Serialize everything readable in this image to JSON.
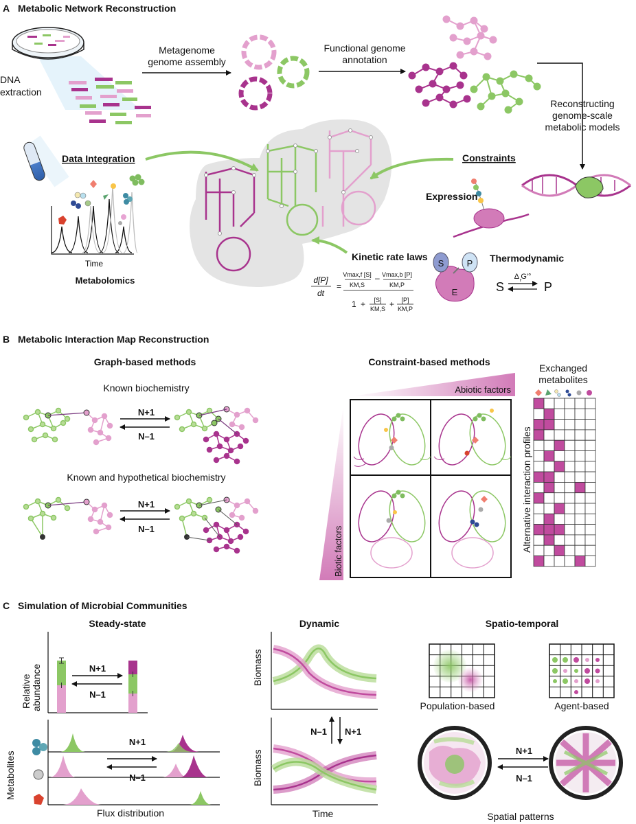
{
  "sections": {
    "a": {
      "letter": "A",
      "title": "Metabolic Network Reconstruction"
    },
    "b": {
      "letter": "B",
      "title": "Metabolic Interaction Map Reconstruction"
    },
    "c": {
      "letter": "C",
      "title": "Simulation of Microbial Communities"
    }
  },
  "panel_a": {
    "dna_extraction": [
      "DNA",
      "extraction"
    ],
    "metagenome_assembly": [
      "Metagenome",
      "genome assembly"
    ],
    "functional_annotation": [
      "Functional genome",
      "annotation"
    ],
    "reconstructing": [
      "Reconstructing",
      "genome-scale",
      "metabolic models"
    ],
    "data_integration": "Data Integration",
    "constraints": "Constraints",
    "expression": "Expression",
    "time": "Time",
    "metabolomics": "Metabolomics",
    "kinetic_rate_laws": "Kinetic rate laws",
    "thermodynamic": "Thermodynamic",
    "thermo_s": "S",
    "thermo_p": "P",
    "thermo_dg": "Δ G′°",
    "thermo_dg_sub": "r",
    "enzyme_s": "S",
    "enzyme_p": "P",
    "enzyme_e": "E",
    "equation": {
      "lhs_num": "d[P]",
      "lhs_den": "dt",
      "t1_num": "Vmax,f [S]",
      "t1_den": "KM,S",
      "t2_num": "Vmax,b [P]",
      "t2_den": "KM,P",
      "d1": "1",
      "d2_num": "[S]",
      "d2_den": "KM,S",
      "d3_num": "[P]",
      "d3_den": "KM,P",
      "eq": "=",
      "minus": "–",
      "plus": "+"
    }
  },
  "panel_b": {
    "graph_based": "Graph-based methods",
    "known_biochem": "Known biochemistry",
    "known_hypo": "Known and hypothetical biochemistry",
    "n_plus": "N+1",
    "n_minus": "N–1",
    "constraint_based": "Constraint-based methods",
    "abiotic": "Abiotic factors",
    "biotic": "Biotic factors",
    "exchanged": [
      "Exchanged",
      "metabolites"
    ],
    "alt_profiles": "Alternative interaction profiles",
    "grid": {
      "rows": 16,
      "cols": 6,
      "filled": [
        [
          0,
          0
        ],
        [
          1,
          1
        ],
        [
          2,
          0
        ],
        [
          2,
          1
        ],
        [
          3,
          0
        ],
        [
          4,
          2
        ],
        [
          5,
          1
        ],
        [
          6,
          2
        ],
        [
          7,
          0
        ],
        [
          7,
          1
        ],
        [
          8,
          1
        ],
        [
          8,
          4
        ],
        [
          9,
          0
        ],
        [
          10,
          2
        ],
        [
          11,
          1
        ],
        [
          12,
          0
        ],
        [
          12,
          1
        ],
        [
          12,
          2
        ],
        [
          13,
          1
        ],
        [
          14,
          2
        ],
        [
          15,
          0
        ],
        [
          15,
          4
        ]
      ],
      "fill_color": "#c04b9e"
    }
  },
  "panel_c": {
    "steady_state": "Steady-state",
    "relative_abundance": [
      "Relative",
      "abundance"
    ],
    "n_plus": "N+1",
    "n_minus": "N–1",
    "metabolites": "Metabolites",
    "flux_distribution": "Flux distribution",
    "dynamic": "Dynamic",
    "biomass": "Biomass",
    "time": "Time",
    "spatio_temporal": "Spatio-temporal",
    "population_based": "Population-based",
    "agent_based": "Agent-based",
    "spatial_patterns": "Spatial patterns"
  },
  "colors": {
    "green": "#8cc764",
    "light_green": "#b8dc97",
    "pink": "#e3a0cd",
    "magenta": "#a8338d",
    "gray": "#e4e4e4"
  }
}
